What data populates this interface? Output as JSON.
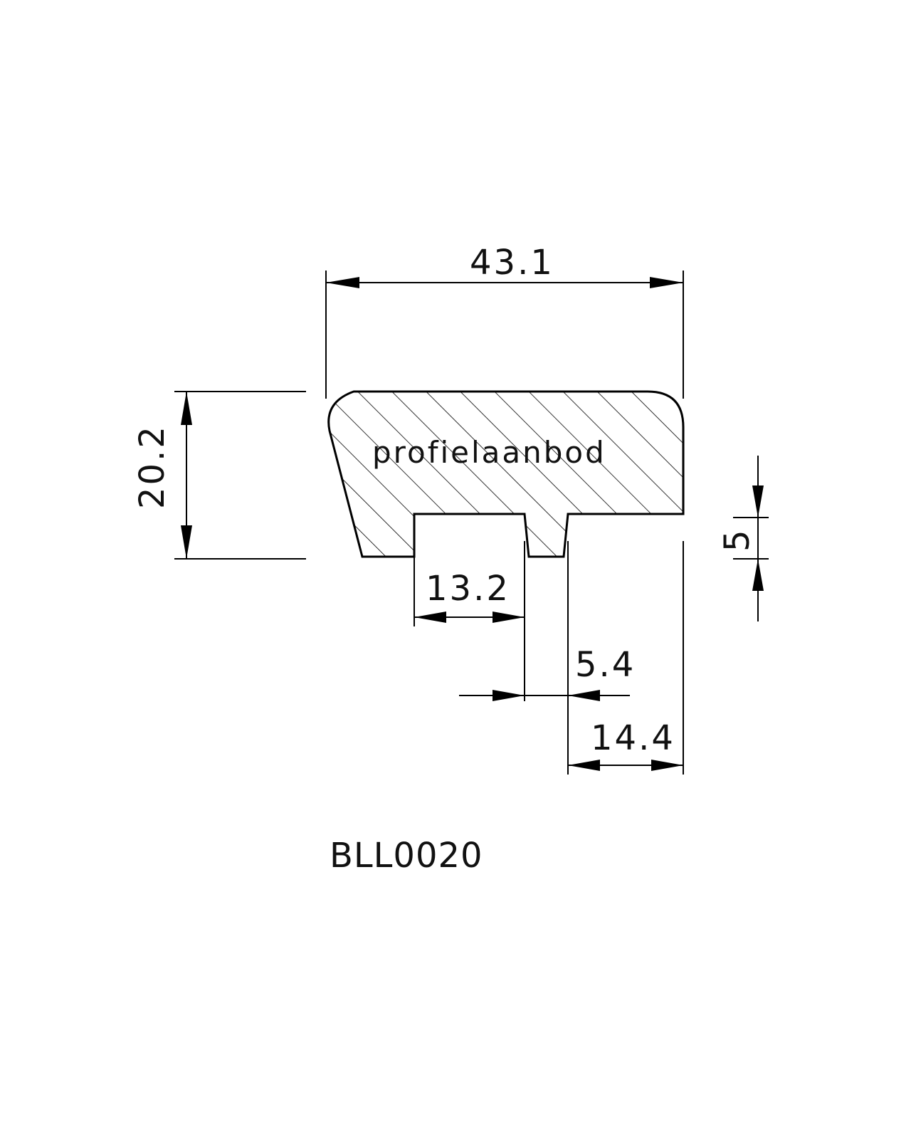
{
  "drawing": {
    "watermark": "profielaanbod",
    "code": "BLL0020",
    "dimensions": {
      "overall_width": "43.1",
      "overall_height": "20.2",
      "groove_depth": "5",
      "groove_width": "13.2",
      "rib_width": "5.4",
      "right_width": "14.4"
    },
    "colors": {
      "line": "#000000",
      "background": "#ffffff"
    }
  }
}
